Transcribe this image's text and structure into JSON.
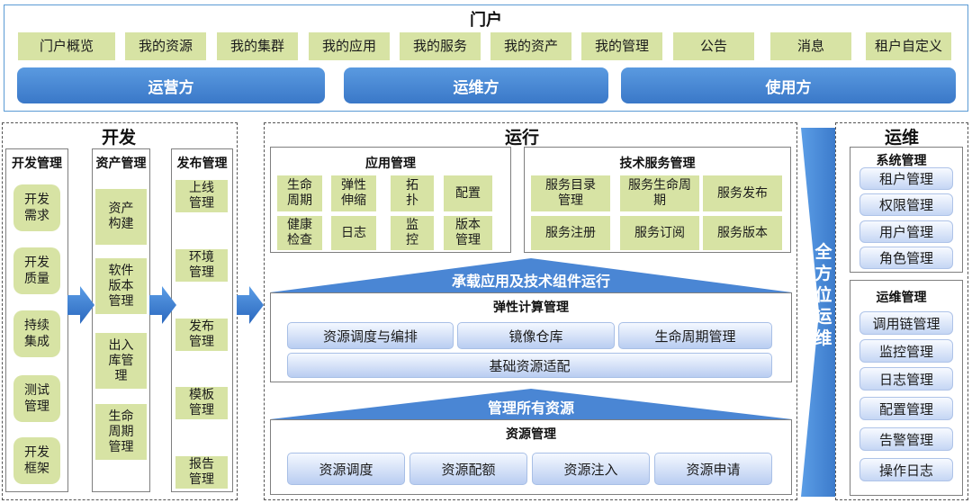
{
  "portal": {
    "title": "门户",
    "items": [
      "门户概览",
      "我的资源",
      "我的集群",
      "我的应用",
      "我的服务",
      "我的资产",
      "我的管理",
      "公告",
      "消息",
      "租户自定义"
    ],
    "roles": [
      "运营方",
      "运维方",
      "使用方"
    ]
  },
  "dev": {
    "title": "开发",
    "columns": [
      {
        "title": "开发管理",
        "items": [
          "开发需求",
          "开发质量",
          "持续集成",
          "测试管理",
          "开发框架"
        ]
      },
      {
        "title": "资产管理",
        "items": [
          "资产构建",
          "软件版本管理",
          "出入库管理",
          "生命周期管理"
        ]
      },
      {
        "title": "发布管理",
        "items": [
          "上线管理",
          "环境管理",
          "发布管理",
          "模板管理",
          "报告管理"
        ]
      }
    ]
  },
  "run": {
    "title": "运行",
    "app_mgmt": {
      "title": "应用管理",
      "items": [
        "生命周期",
        "弹性伸缩",
        "拓扑",
        "配置",
        "健康检查",
        "日志",
        "监控",
        "版本管理"
      ]
    },
    "tech_mgmt": {
      "title": "技术服务管理",
      "items": [
        "服务目录管理",
        "服务生命周期",
        "服务发布",
        "服务注册",
        "服务订阅",
        "服务版本"
      ]
    },
    "banner1": "承载应用及技术组件运行",
    "elastic": {
      "title": "弹性计算管理",
      "items": [
        "资源调度与编排",
        "镜像仓库",
        "生命周期管理"
      ],
      "base": "基础资源适配"
    },
    "banner2": "管理所有资源",
    "resource": {
      "title": "资源管理",
      "items": [
        "资源调度",
        "资源配额",
        "资源注入",
        "资源申请"
      ]
    }
  },
  "ops": {
    "title": "运维",
    "side_label": "全方位运维",
    "system": {
      "title": "系统管理",
      "items": [
        "租户管理",
        "权限管理",
        "用户管理",
        "角色管理"
      ]
    },
    "operations": {
      "title": "运维管理",
      "items": [
        "调用链管理",
        "监控管理",
        "日志管理",
        "配置管理",
        "告警管理",
        "操作日志"
      ]
    }
  }
}
